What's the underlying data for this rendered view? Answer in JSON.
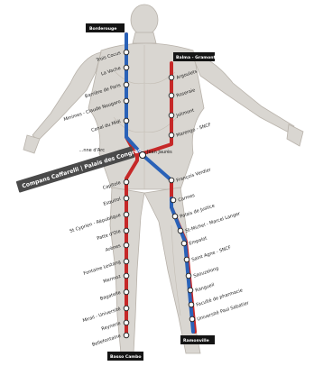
{
  "labels": {
    "term_top_left": "Borderouge",
    "term_top_right": "Balma - Gramont",
    "term_bottom_left": "Basso Cambo",
    "term_bottom_right": "Ramonville",
    "banner": "Compans Caffarelli | Palais des Congrès"
  },
  "line_a_upper": [
    "Trois Cocus",
    "La Vache",
    "Barrière de Paris",
    "Minimes - Claude Nougaro",
    "Canal du Midi"
  ],
  "line_a_partial": "…nne d'Arc",
  "line_b_right_upper": [
    "Argoulets",
    "Roseraie",
    "Jolimont",
    "Marengo - SNCF"
  ],
  "hub_center": "Jean Jaurès",
  "line_a_left_lower": [
    "Capitole",
    "Esquirol",
    "St Cyprien - République",
    "Patte d'Oie",
    "Arènes",
    "Fontaine Lestang",
    "Mermoz",
    "Bagatelle",
    "Mirail - Université",
    "Reynerie",
    "Bellefontaine"
  ],
  "line_b_right_lower": [
    "François Verdier",
    "Carmes",
    "Palais de Justice",
    "St-Michel - Marcel Langer",
    "Empalot",
    "Saint Agne - SNCF",
    "Saouzelong",
    "Rangueil",
    "Faculté de pharmacie",
    "Université Paul Sabatier"
  ],
  "colors": {
    "line_a": "#c62828",
    "line_b": "#2a62b8",
    "terminus_bg": "#141414",
    "banner_bg": "#4a4a4a"
  }
}
